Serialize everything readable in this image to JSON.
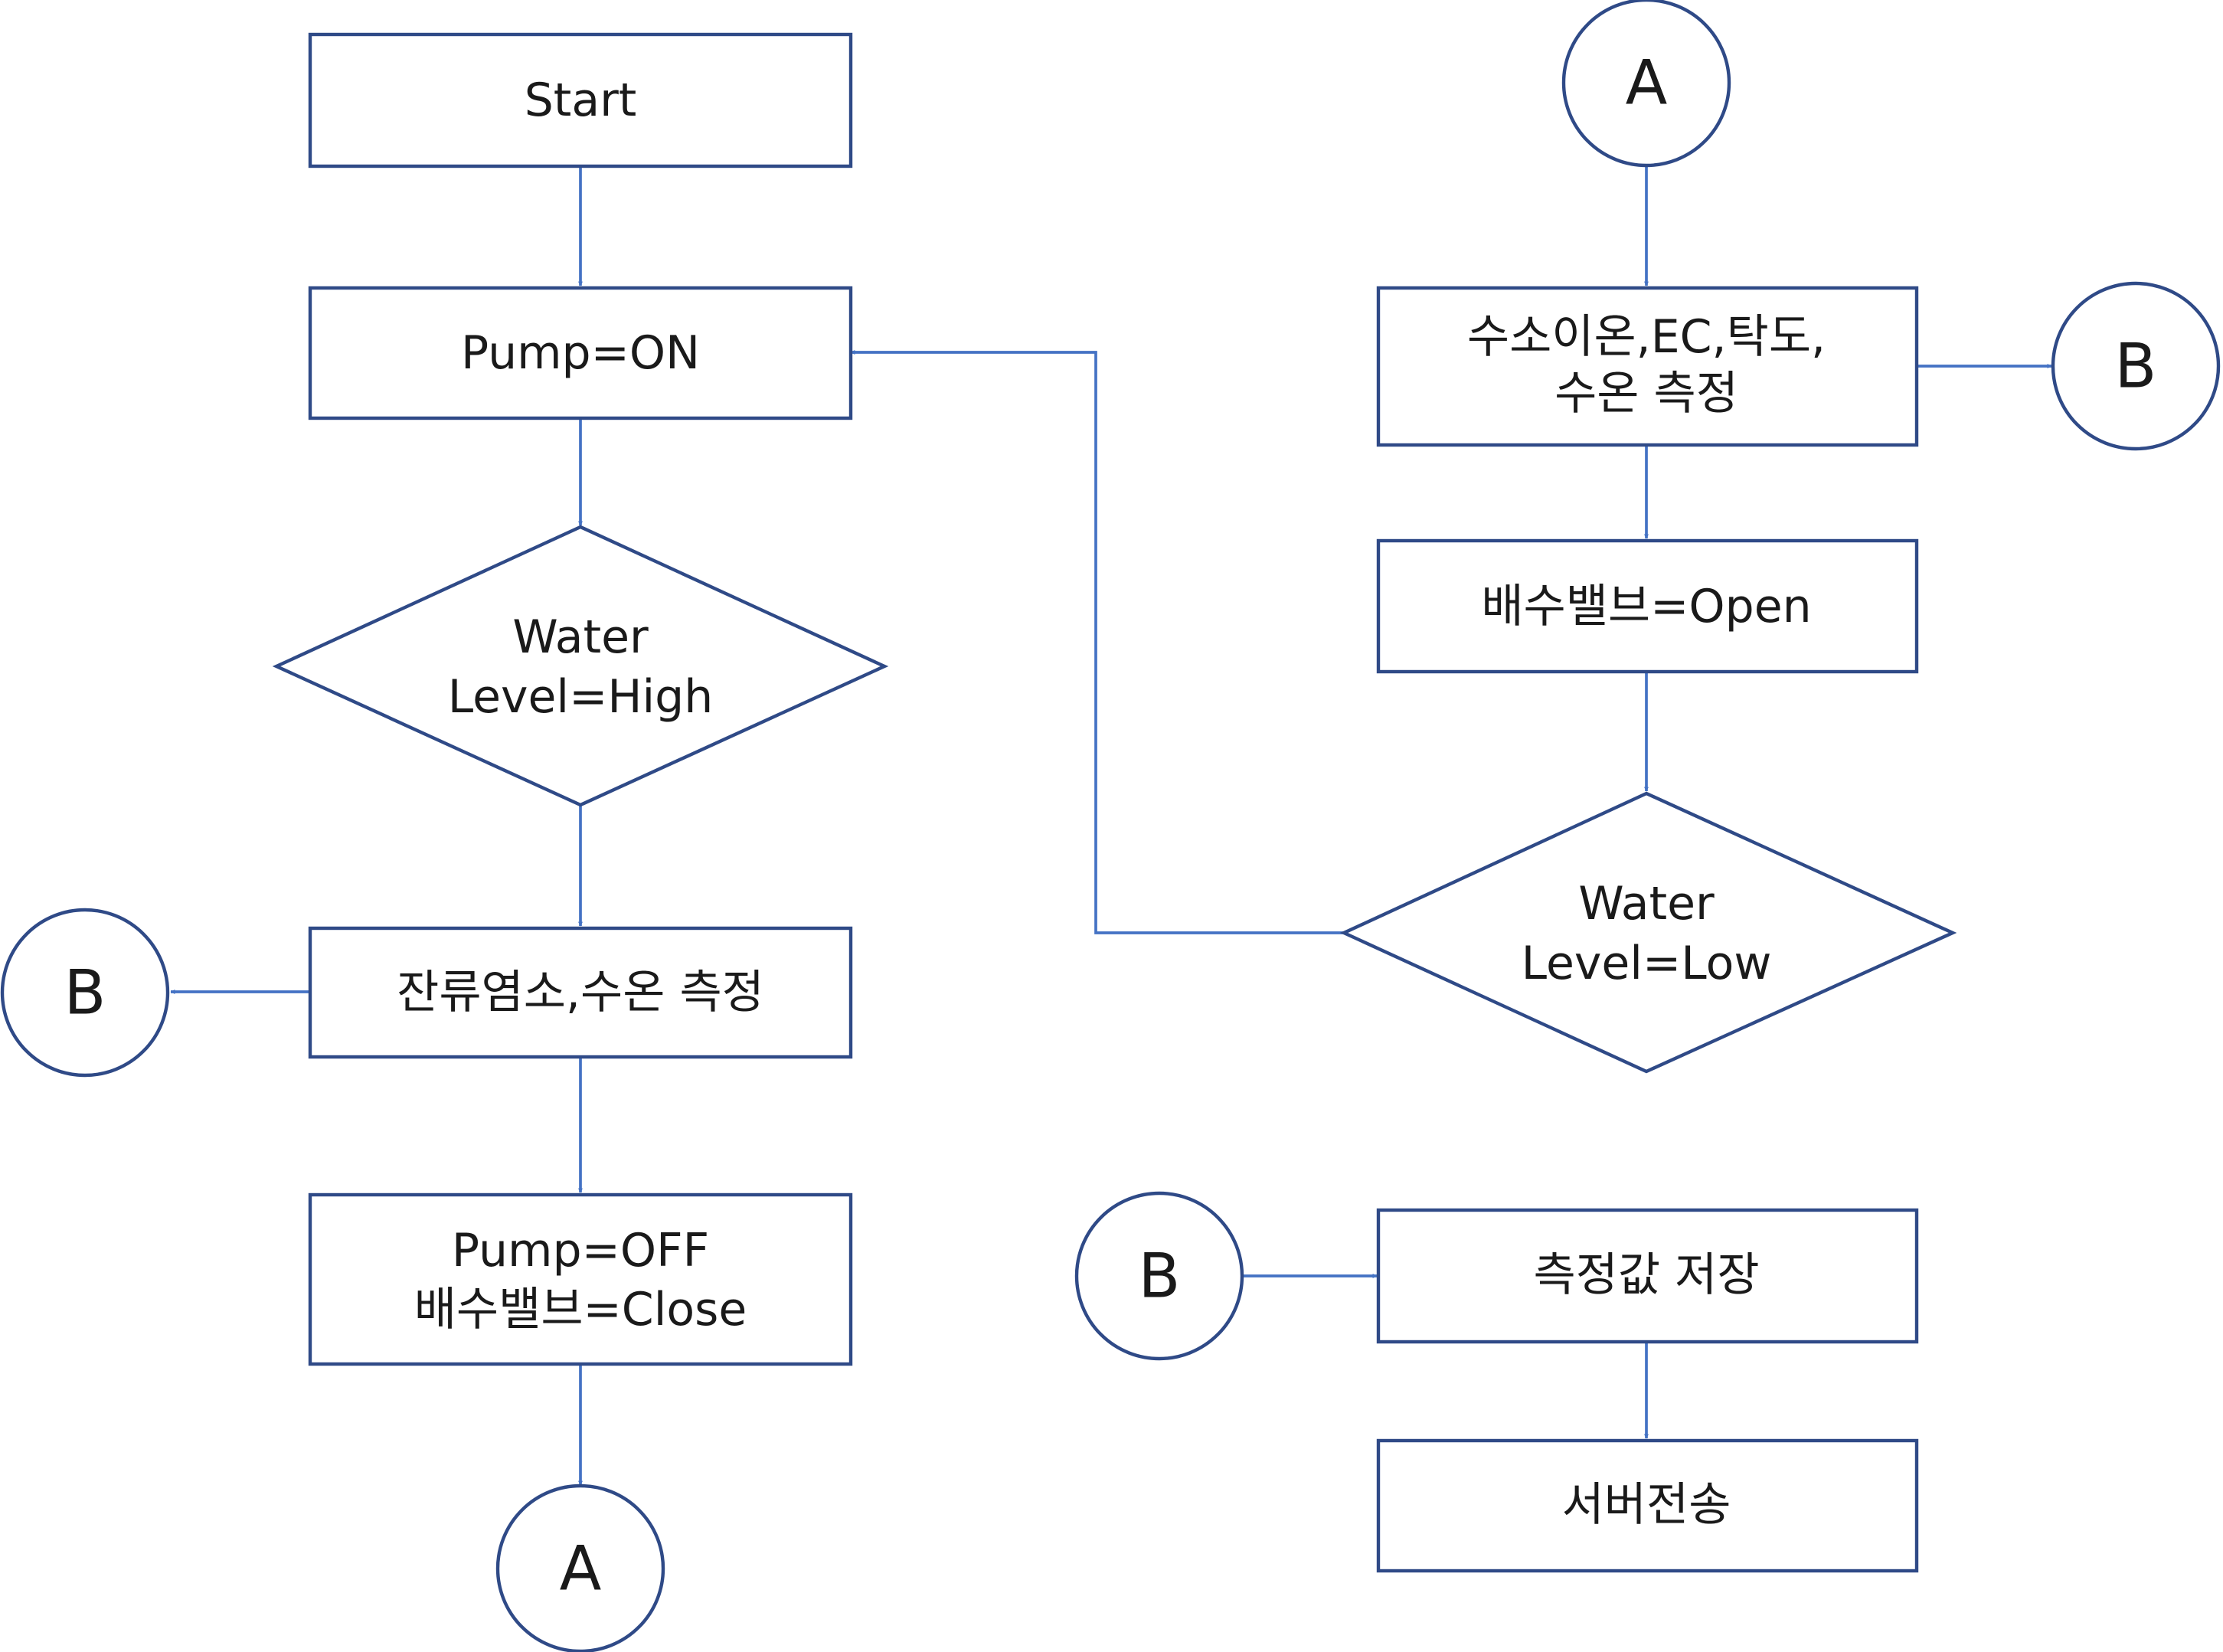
{
  "colors": {
    "shape_stroke": "#2f4a87",
    "arrow": "#4472c4",
    "text": "#1a1a1a",
    "background": "#ffffff"
  },
  "nodes": {
    "start": "Start",
    "pump_on": "Pump=ON",
    "water_high": [
      "Water",
      "Level=High"
    ],
    "measure_cl": "잔류염소,수온 측정",
    "pump_off": [
      "Pump=OFF",
      "배수밸브=Close"
    ],
    "conn_a_bottom": "A",
    "conn_b_left": "B",
    "conn_a_top": "A",
    "measure_ph": [
      "수소이온,EC,탁도,",
      "수온 측정"
    ],
    "conn_b_right": "B",
    "valve_open": "배수밸브=Open",
    "water_low": [
      "Water",
      "Level=Low"
    ],
    "conn_b_bottom": "B",
    "save_values": "측정값 저장",
    "server_send": "서버전송"
  },
  "edges": [
    {
      "from": "start",
      "to": "pump_on"
    },
    {
      "from": "pump_on",
      "to": "water_high"
    },
    {
      "from": "water_high",
      "to": "measure_cl"
    },
    {
      "from": "measure_cl",
      "to": "conn_b_left"
    },
    {
      "from": "measure_cl",
      "to": "pump_off"
    },
    {
      "from": "pump_off",
      "to": "conn_a_bottom"
    },
    {
      "from": "conn_a_top",
      "to": "measure_ph"
    },
    {
      "from": "measure_ph",
      "to": "conn_b_right"
    },
    {
      "from": "measure_ph",
      "to": "valve_open"
    },
    {
      "from": "valve_open",
      "to": "water_low"
    },
    {
      "from": "water_low",
      "to": "pump_on"
    },
    {
      "from": "conn_b_bottom",
      "to": "save_values"
    },
    {
      "from": "save_values",
      "to": "server_send"
    }
  ]
}
